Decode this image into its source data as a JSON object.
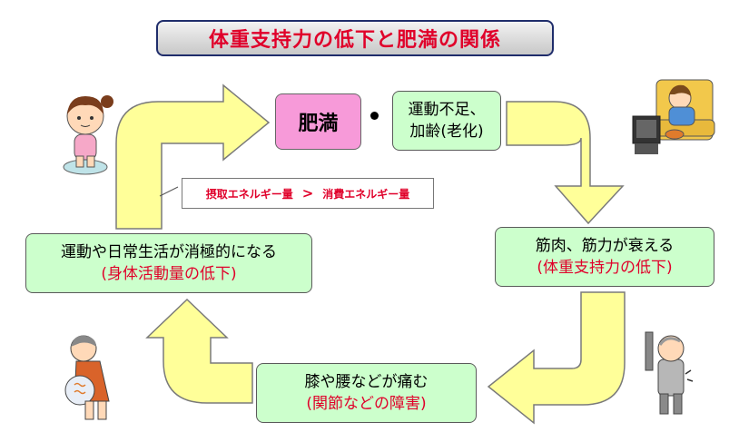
{
  "title": "体重支持力の低下と肥満の関係",
  "obesity": "肥満",
  "exercise": {
    "line1": "運動不足、",
    "line2": "加齢(老化)"
  },
  "muscle": {
    "line1": "筋肉、筋力が衰える",
    "line2": "(体重支持力の低下)"
  },
  "joints": {
    "line1": "膝や腰などが痛む",
    "line2": "(関節などの障害)"
  },
  "passive": {
    "line1": "運動や日常生活が消極的になる",
    "line2": "(身体活動量の低下)"
  },
  "balance": {
    "intake": "摂取エネルギー量",
    "symbol": ">",
    "expenditure": "消費エネルギー量"
  },
  "colors": {
    "arrow_fill": "#ffff99",
    "box_green": "#ccffcc",
    "obesity_pink": "#f79ad9",
    "accent_red": "#e0002a"
  },
  "illustrations": [
    "girl-on-scale",
    "man-watching-tv",
    "elderly-man-back-pain",
    "elderly-woman-knee-pain"
  ]
}
